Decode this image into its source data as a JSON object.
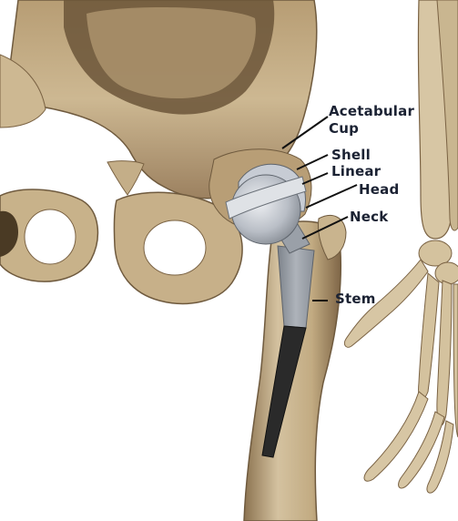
{
  "labels": {
    "acetabular_line1": "Acetabular",
    "acetabular_line2": "Cup",
    "shell": "Shell",
    "linear": "Linear",
    "head": "Head",
    "neck": "Neck",
    "stem": "Stem"
  },
  "colors": {
    "background": "#ffffff",
    "bone": "#c9b48e",
    "bone_shadow": "#8c7350",
    "bone_highlight": "#e7dac0",
    "implant_light": "#c7ccd4",
    "implant_mid": "#9aa0a8",
    "implant_dark": "#2a2a2a",
    "leader_line": "#111111",
    "label_text": "#1b2233"
  }
}
